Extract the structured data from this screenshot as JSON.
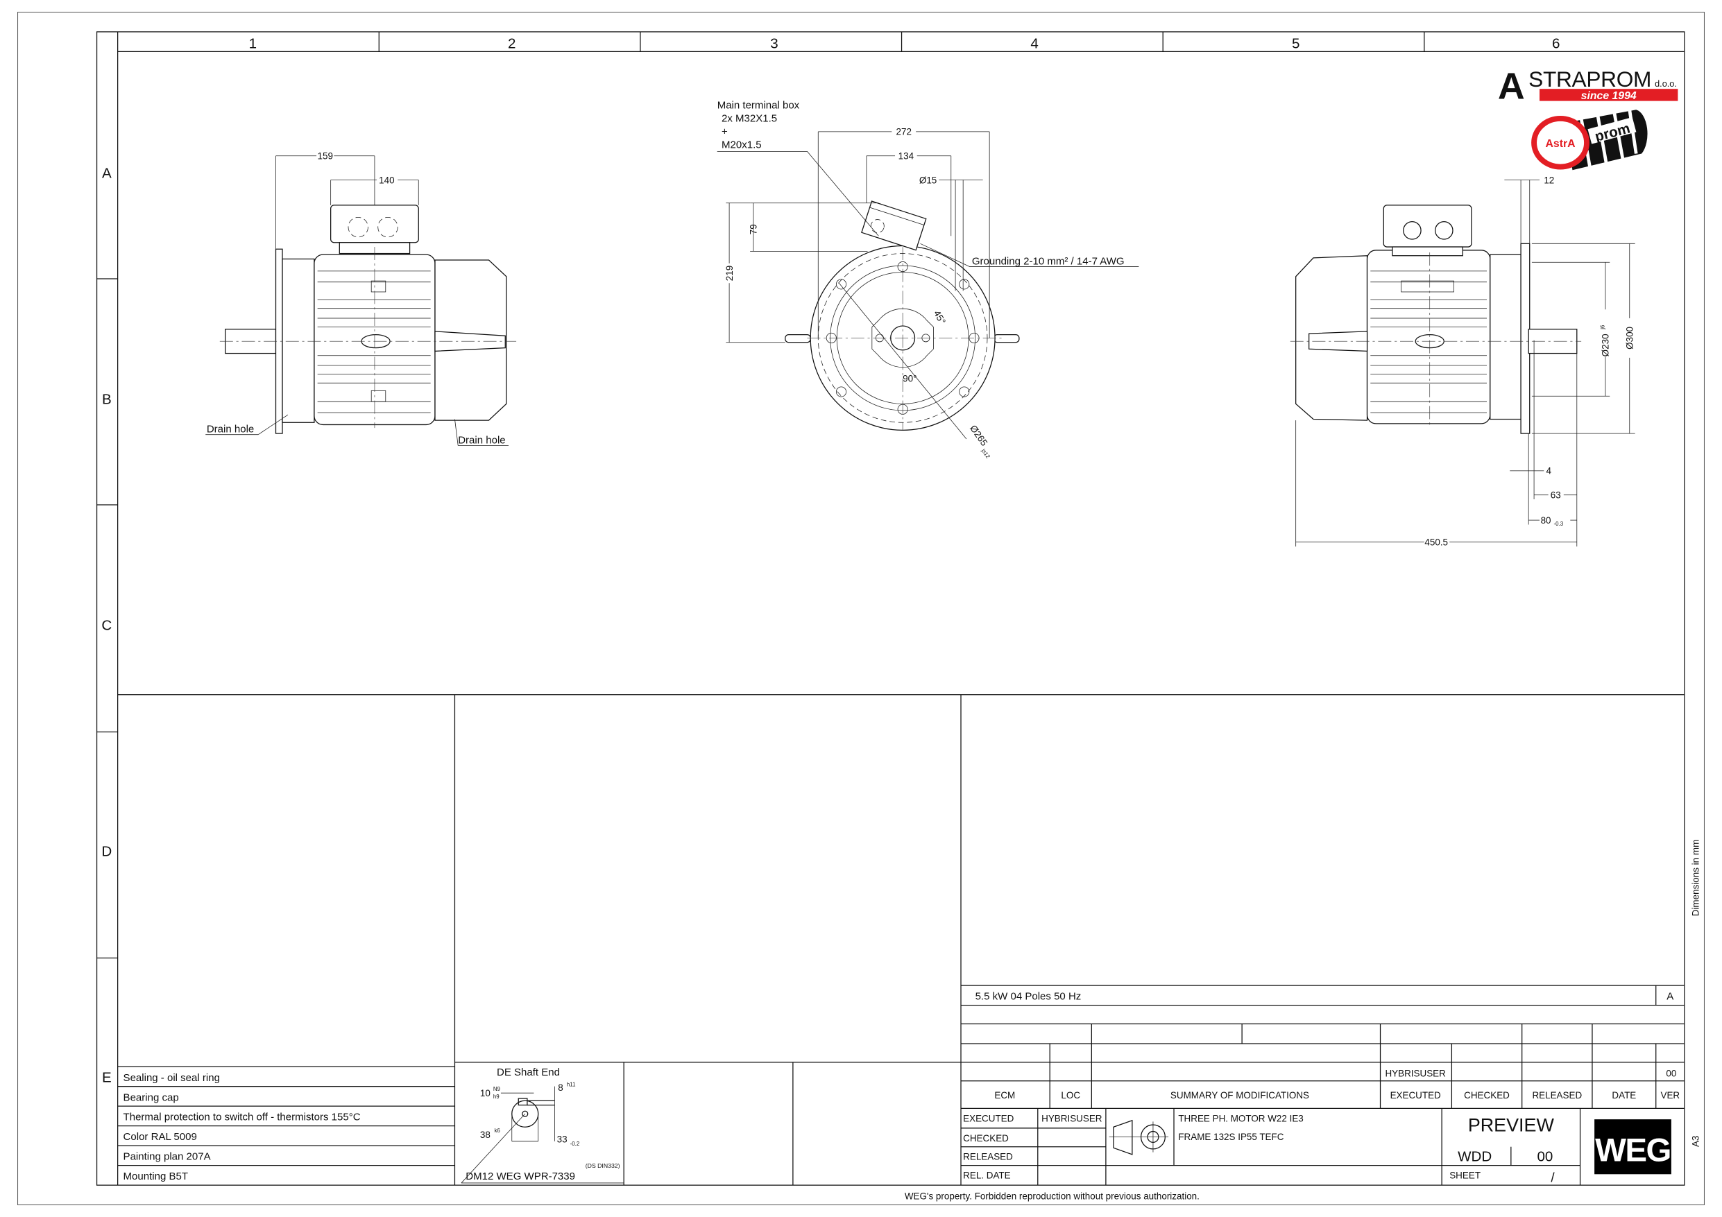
{
  "frame": {
    "columns": [
      "1",
      "2",
      "3",
      "4",
      "5",
      "6"
    ],
    "rows": [
      "A",
      "B",
      "C",
      "D",
      "E"
    ],
    "side_labels": {
      "dimensions": "Dimensions in mm",
      "paper_size": "A3"
    },
    "footer": "WEG's property. Forbidden reproduction without previous authorization."
  },
  "logos": {
    "astraprom": {
      "name": "STRAPROM",
      "initial": "A",
      "suffix": "d.o.o.",
      "tagline": "since 1994",
      "round_left": "AstrA",
      "round_right": "prom",
      "red": "#e31e24"
    },
    "weg": "WEG"
  },
  "side_view": {
    "dims": {
      "total_height_offset": "159",
      "box_width": "140"
    },
    "labels": {
      "drain_hole_front": "Drain hole",
      "drain_hole_rear": "Drain hole"
    }
  },
  "front_view": {
    "terminal_box_note": [
      "Main terminal box",
      "2x M32X1.5",
      "+",
      "M20x1.5"
    ],
    "grounding_note": "Grounding 2-10 mm² / 14-7 AWG",
    "dims": {
      "width": "272",
      "box": "134",
      "hole": "Ø15",
      "box_height": "79",
      "height": "219",
      "angle_45": "45°",
      "angle_90": "90°",
      "pitch": "Ø265",
      "pitch_tol": "js12"
    }
  },
  "rear_view": {
    "dims": {
      "flange_thk": "12",
      "spigot": "Ø230",
      "spigot_tol": "j6",
      "flange": "Ø300",
      "spigot_depth": "4",
      "shaft_key": "63",
      "shaft_len": "80",
      "shaft_tol": "-0.3",
      "total_len": "450.5"
    }
  },
  "notes": [
    "Sealing - oil seal ring",
    "Bearing cap",
    "Thermal protection to switch off - thermistors 155°C",
    "Color RAL 5009",
    "Painting plan 207A",
    "Mounting B5T"
  ],
  "shaft_end": {
    "title": "DE Shaft End",
    "key_width": "10",
    "key_width_tol_top": "N9",
    "key_width_tol_bottom": "h9",
    "key_height": "8",
    "key_height_tol": "h11",
    "diameter": "38",
    "diameter_tol": "k6",
    "key_depth": "33",
    "key_depth_tol": "-0.2",
    "center_hole": "DM12 WEG WPR-7339",
    "center_hole_std": "(DS DIN332)"
  },
  "title_block": {
    "rating": "5.5 kW    04 Poles    50  Hz",
    "revision_letter": "A",
    "rev_row": {
      "executed": "HYBRISUSER",
      "version": "00"
    },
    "headers": [
      "ECM",
      "LOC",
      "SUMMARY OF MODIFICATIONS",
      "EXECUTED",
      "CHECKED",
      "RELEASED",
      "DATE",
      "VER"
    ],
    "signoff": [
      {
        "label": "EXECUTED",
        "value": "HYBRISUSER"
      },
      {
        "label": "CHECKED",
        "value": ""
      },
      {
        "label": "RELEASED",
        "value": ""
      },
      {
        "label": "REL. DATE",
        "value": ""
      }
    ],
    "description": [
      "THREE PH. MOTOR  W22   IE3",
      "FRAME 132S IP55 TEFC"
    ],
    "status": "PREVIEW",
    "doc_type": "WDD",
    "doc_rev": "00",
    "sheet_label": "SHEET",
    "sheet_value": "/"
  }
}
